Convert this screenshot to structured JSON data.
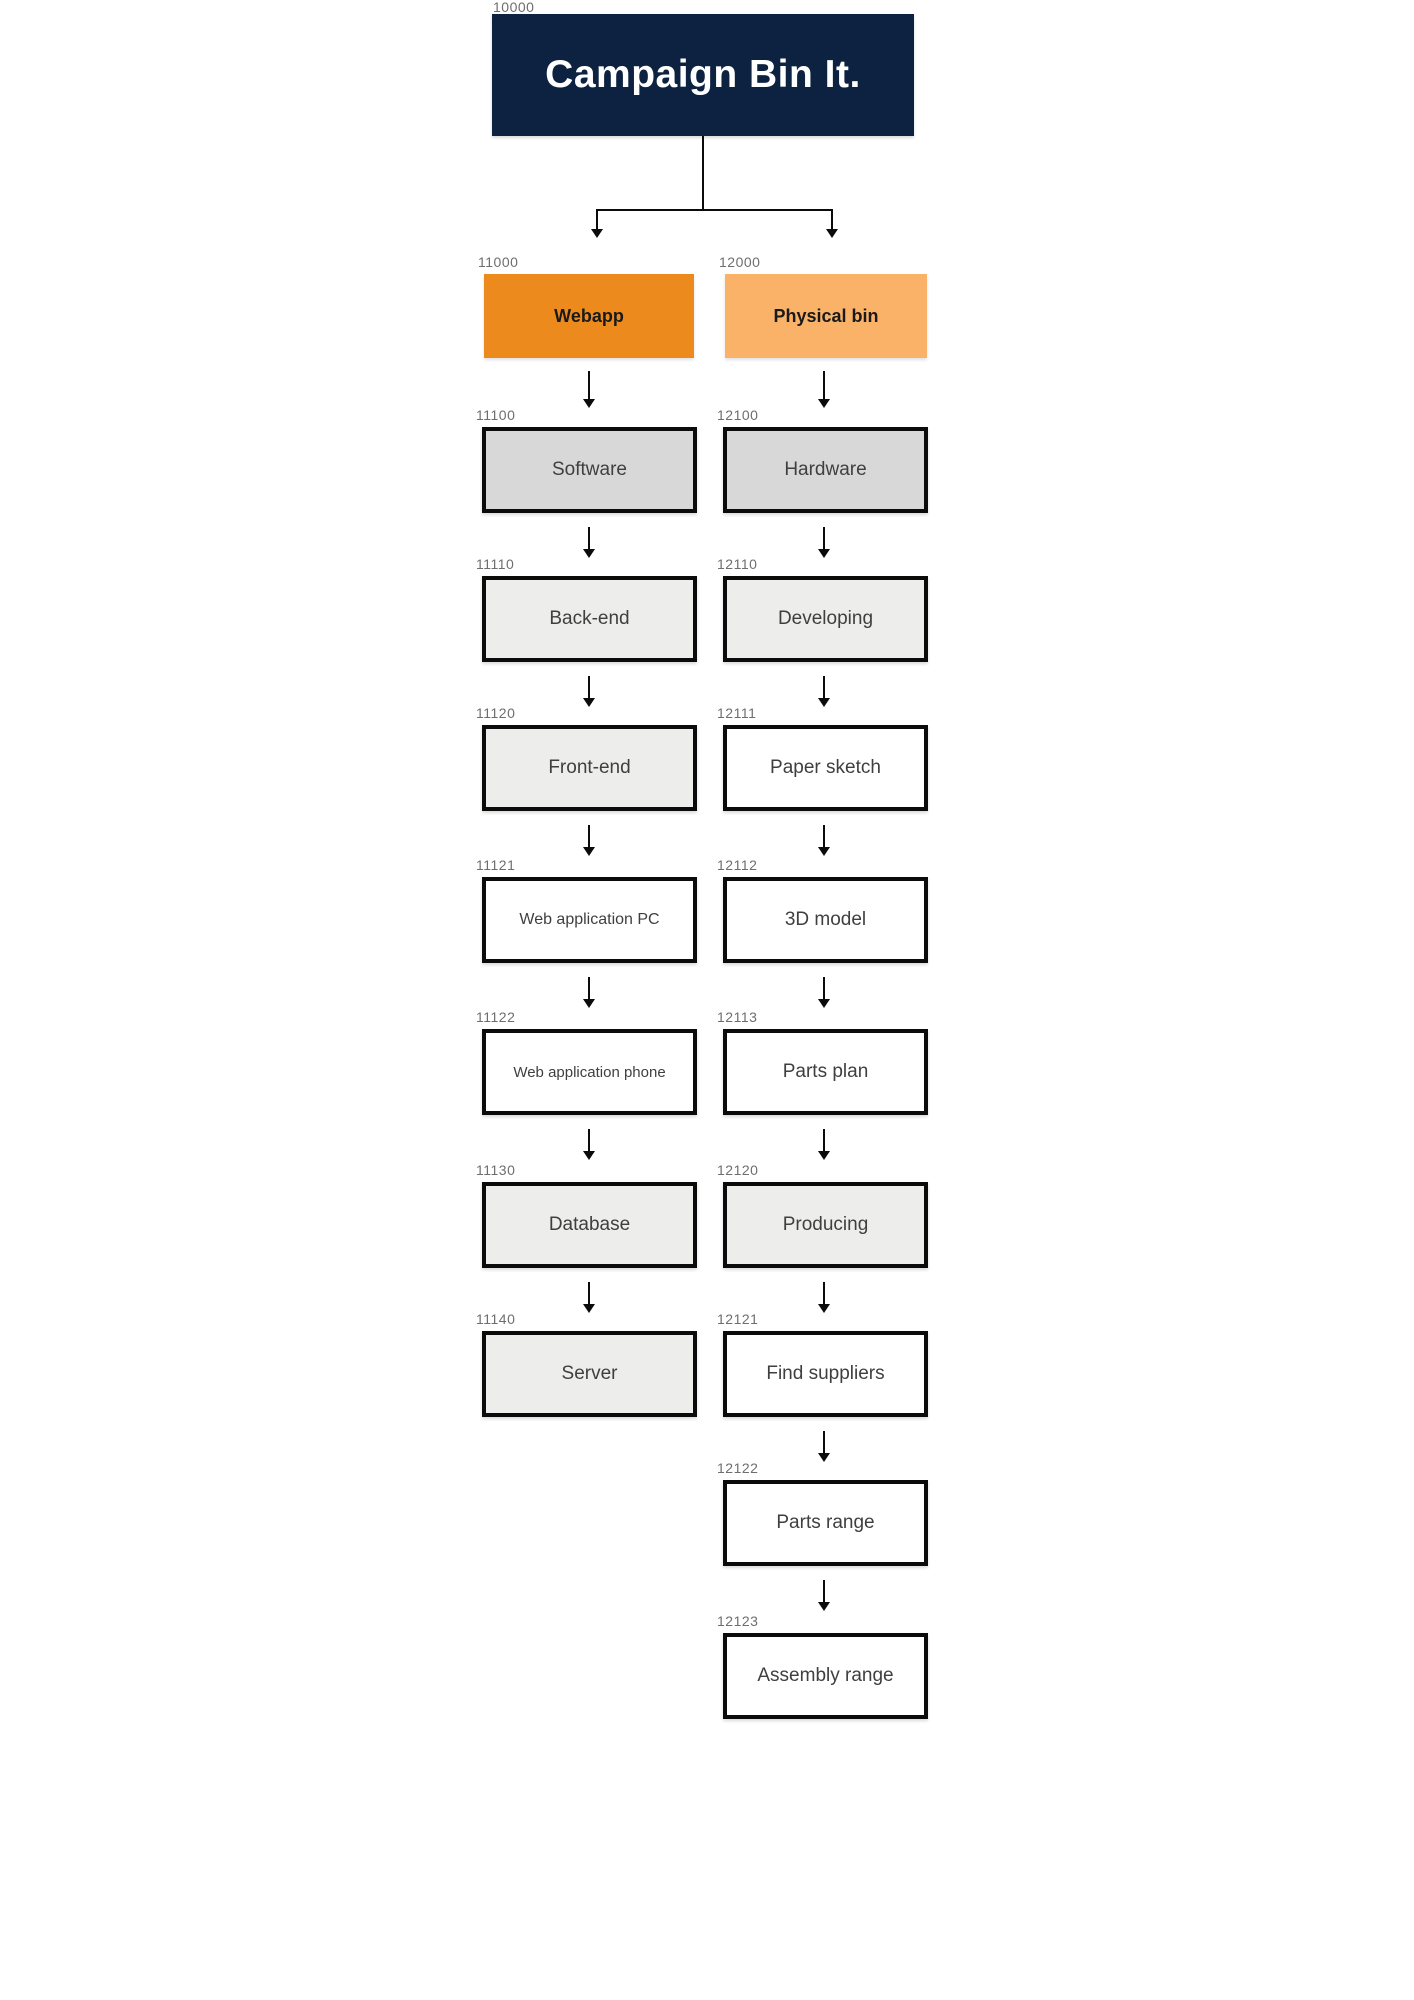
{
  "diagram": {
    "title": "Campaign Bin It.",
    "root": {
      "id": "10000",
      "label": "Campaign Bin It."
    },
    "branches": [
      {
        "id": "11000",
        "label": "Webapp"
      },
      {
        "id": "12000",
        "label": "Physical bin"
      }
    ],
    "webapp_nodes": [
      {
        "id": "11100",
        "label": "Software",
        "level": 1
      },
      {
        "id": "11110",
        "label": "Back-end",
        "level": 2
      },
      {
        "id": "11120",
        "label": "Front-end",
        "level": 2
      },
      {
        "id": "11121",
        "label": "Web application PC",
        "level": 3
      },
      {
        "id": "11122",
        "label": "Web application phone",
        "level": 3
      },
      {
        "id": "11130",
        "label": "Database",
        "level": 2
      },
      {
        "id": "11140",
        "label": "Server",
        "level": 2
      }
    ],
    "physical_nodes": [
      {
        "id": "12100",
        "label": "Hardware",
        "level": 1
      },
      {
        "id": "12110",
        "label": "Developing",
        "level": 2
      },
      {
        "id": "12111",
        "label": "Paper sketch",
        "level": 3
      },
      {
        "id": "12112",
        "label": "3D model",
        "level": 3
      },
      {
        "id": "12113",
        "label": "Parts plan",
        "level": 3
      },
      {
        "id": "12120",
        "label": "Producing",
        "level": 2
      },
      {
        "id": "12121",
        "label": "Find suppliers",
        "level": 3
      },
      {
        "id": "12122",
        "label": "Parts range",
        "level": 3
      },
      {
        "id": "12123",
        "label": "Assembly range",
        "level": 3
      }
    ]
  },
  "colors": {
    "root_fill": "#0C2240",
    "root_text": "#FFFFFF",
    "branch1_fill": "#ED8A1D",
    "branch2_fill": "#FAB269",
    "branch_text": "#1A1A1A",
    "level1_fill": "#D8D8D8",
    "level2_fill": "#EDEDEB",
    "level3_fill": "#FFFFFF",
    "border": "#0B0B0B",
    "node_text": "#3F3F3F",
    "id_text": "#6E6E6E"
  }
}
